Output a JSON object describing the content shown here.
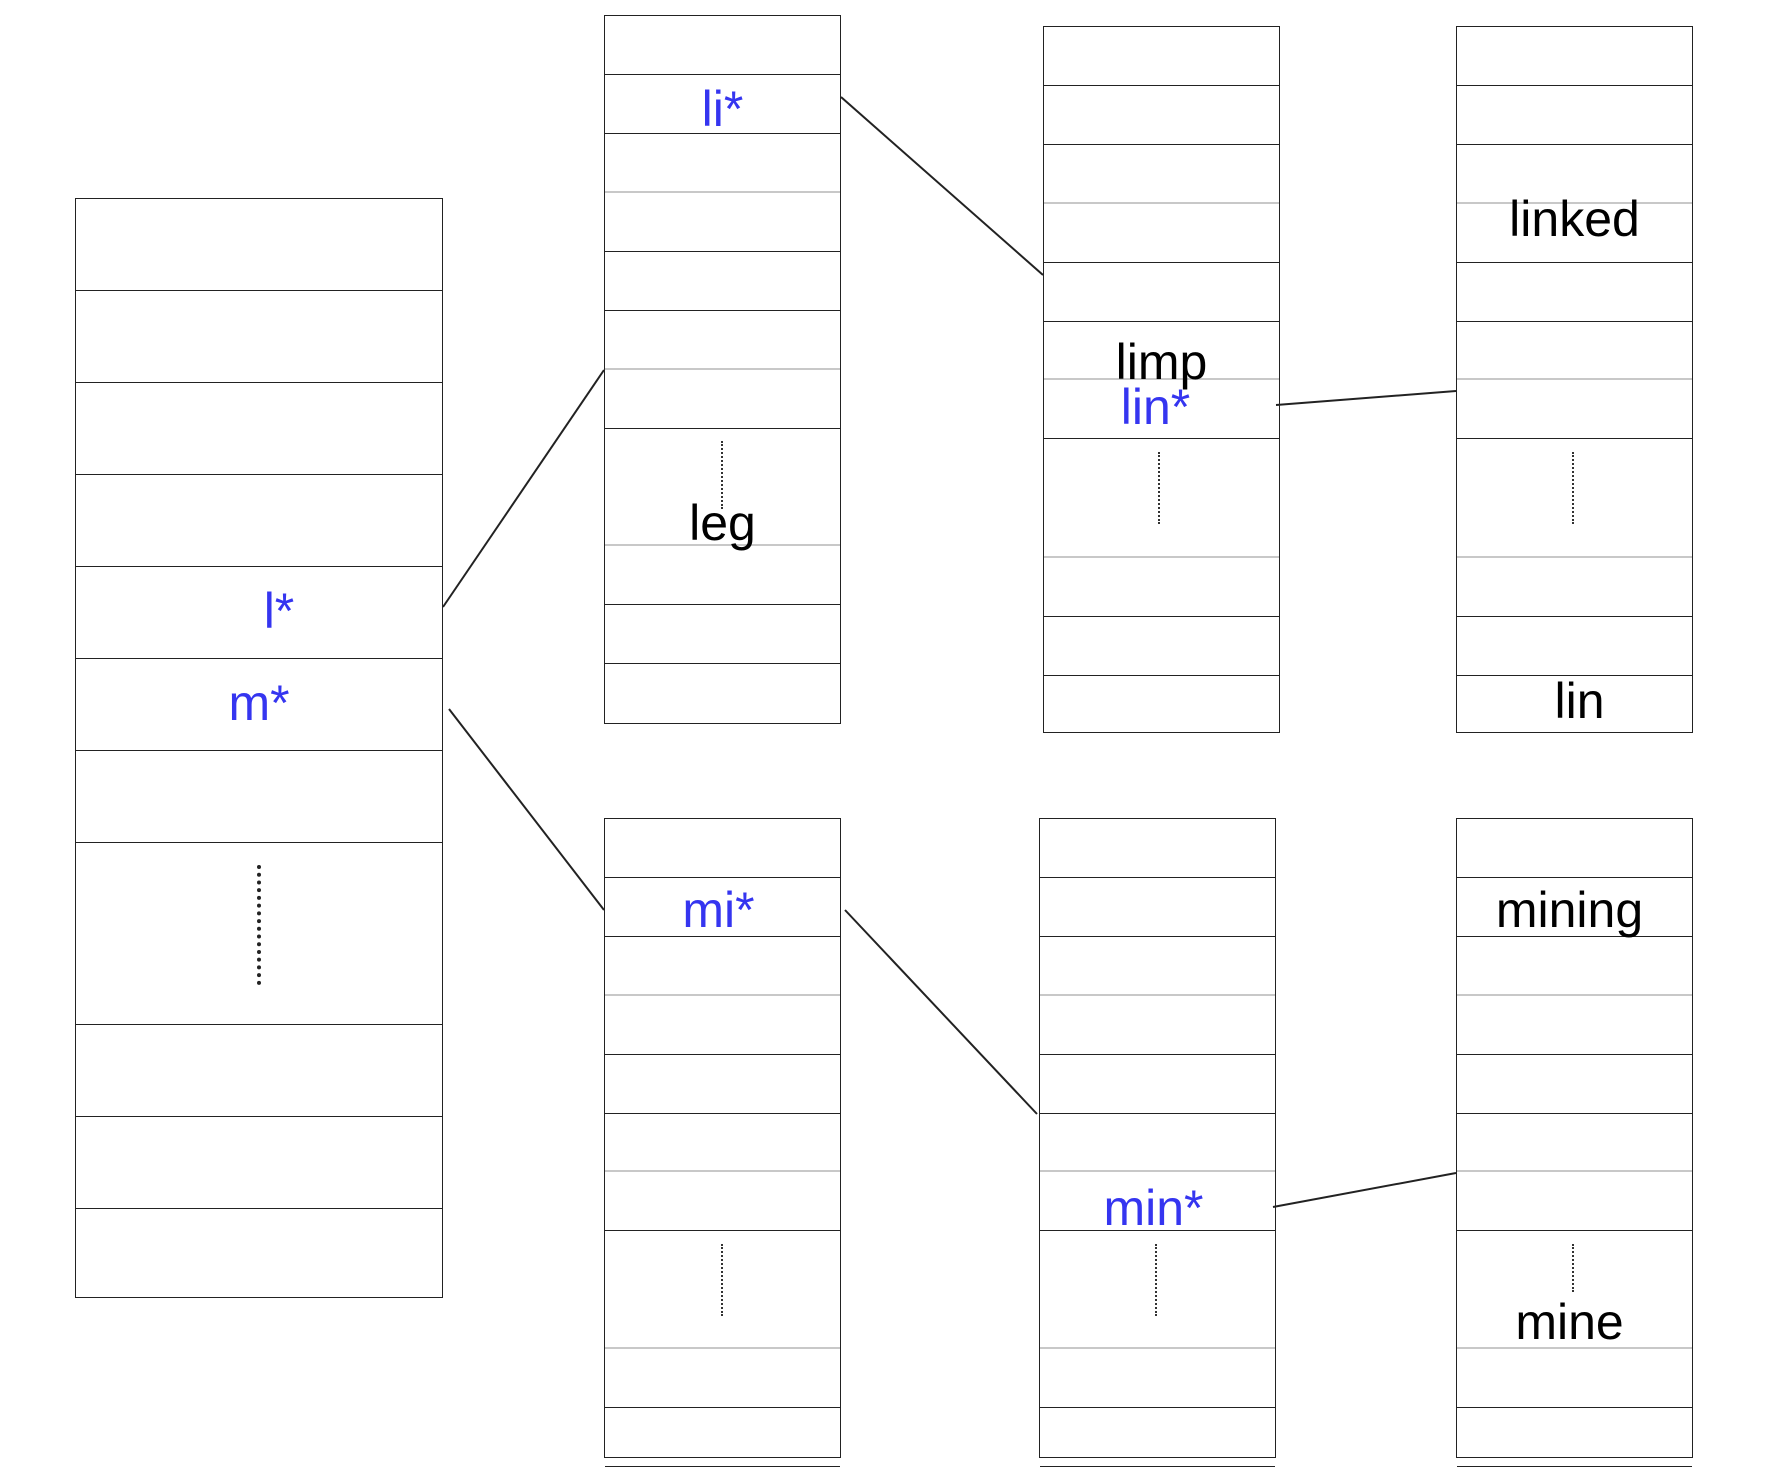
{
  "trie": {
    "root": {
      "labels": [
        "l*",
        "m*"
      ]
    },
    "l_branch": {
      "level2": {
        "labels": [
          "li*",
          "leg"
        ]
      },
      "level3": {
        "labels": [
          "limp",
          "lin*"
        ]
      },
      "level4": {
        "labels": [
          "linked",
          "lin"
        ]
      }
    },
    "m_branch": {
      "level2": {
        "labels": [
          "mi*"
        ]
      },
      "level3": {
        "labels": [
          "min*"
        ]
      },
      "level4": {
        "labels": [
          "mining",
          "mine"
        ]
      }
    }
  },
  "colors": {
    "pattern_text": "#3535f0",
    "word_text": "#000000",
    "border": "#222222",
    "light_divider": "#c8c8c8"
  }
}
